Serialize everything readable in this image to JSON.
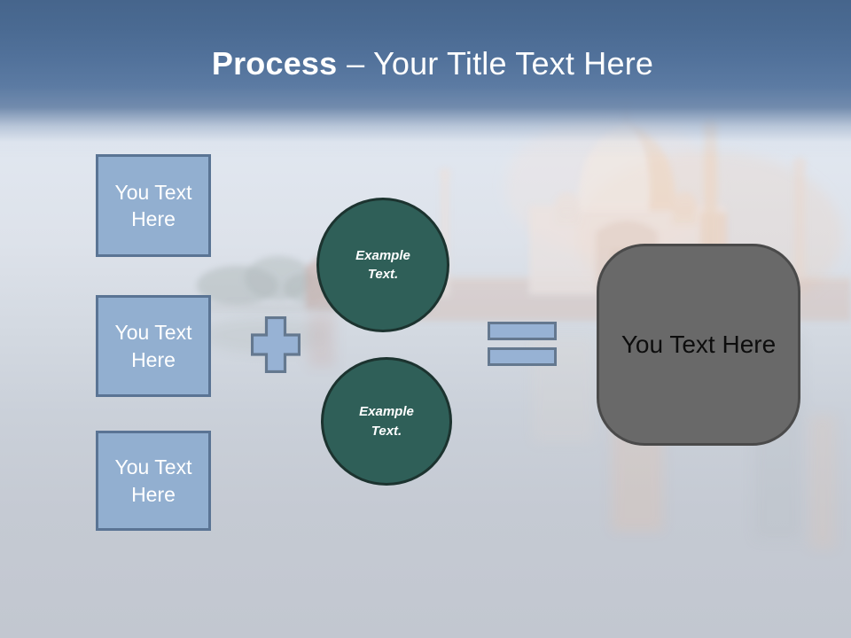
{
  "title": {
    "emphasis": "Process",
    "rest": "– Your Title Text Here"
  },
  "diagram": {
    "input_boxes": [
      {
        "label": "You Text Here"
      },
      {
        "label": "You Text Here"
      },
      {
        "label": "You Text Here"
      }
    ],
    "example_circles": [
      {
        "label": "Example Text."
      },
      {
        "label": "Example Text."
      }
    ],
    "result_box": {
      "label": "You Text Here"
    }
  },
  "background": {
    "image": "taj-mahal-hazy-sunrise-photo"
  },
  "colors": {
    "header_blue_top": "#46658C",
    "header_blue_mid": "#5C7BA3",
    "input_box_fill": "#92AFD0",
    "input_box_border": "#5A7494",
    "operator_fill": "#97B2D4",
    "operator_border": "#64788F",
    "circle_fill": "#2F5F58",
    "circle_border": "#1C332F",
    "result_fill": "#696969",
    "result_border": "#4A4A4A",
    "title_text": "#FFFFFF",
    "result_text": "#0D0D0D"
  }
}
